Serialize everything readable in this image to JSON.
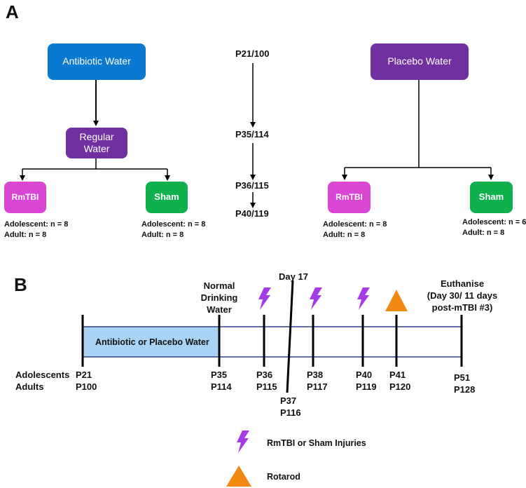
{
  "panel_a": {
    "letter": "A",
    "boxes": {
      "antibiotic": "Antibiotic Water",
      "placebo": "Placebo Water",
      "regular": "Regular Water",
      "rmtbi_left": "RmTBI",
      "sham_left": "Sham",
      "rmtbi_right": "RmTBI",
      "sham_right": "Sham"
    },
    "timeline": [
      "P21/100",
      "P35/114",
      "P36/115",
      "P40/119"
    ],
    "counts": {
      "rmtbi_left": [
        "Adolescent: n = 8",
        "Adult: n = 8"
      ],
      "sham_left": [
        "Adolescent: n = 8",
        "Adult: n = 8"
      ],
      "rmtbi_right": [
        "Adolescent: n = 8",
        "Adult: n = 8"
      ],
      "sham_right": [
        "Adolescent: n = 6",
        "Adult: n = 8"
      ]
    },
    "colors": {
      "antibiotic": "#0b79cf",
      "placebo": "#7030a0",
      "regular": "#7030a0",
      "rmtbi": "#d946d4",
      "sham": "#10b04e"
    }
  },
  "panel_b": {
    "letter": "B",
    "bar_label": "Antibiotic or Placebo Water",
    "row_labels": [
      "Adolescents",
      "Adults"
    ],
    "normal_water": [
      "Normal",
      "Drinking",
      "Water"
    ],
    "day17": "Day 17",
    "euthanise": [
      "Euthanise",
      "(Day 30/ 11 days",
      "post-mTBI #3)"
    ],
    "ticks": [
      {
        "top": "P21",
        "bottom": "P100"
      },
      {
        "top": "P35",
        "bottom": "P114"
      },
      {
        "top": "P36",
        "bottom": "P115"
      },
      {
        "top": "P37",
        "bottom": "P116"
      },
      {
        "top": "P38",
        "bottom": "P117"
      },
      {
        "top": "P40",
        "bottom": "P119"
      },
      {
        "top": "P41",
        "bottom": "P120"
      },
      {
        "top": "P51",
        "bottom": "P128"
      }
    ],
    "legend": {
      "injury": "RmTBI or Sham Injuries",
      "rotarod": "Rotarod"
    },
    "colors": {
      "bar_fill": "#a9d3f5",
      "track_line": "#2f3e8a",
      "lightning": "#a33be6",
      "rotarod": "#f28a12"
    },
    "icons": {
      "injury": "lightning-bolt-icon",
      "rotarod": "triangle-icon"
    }
  }
}
